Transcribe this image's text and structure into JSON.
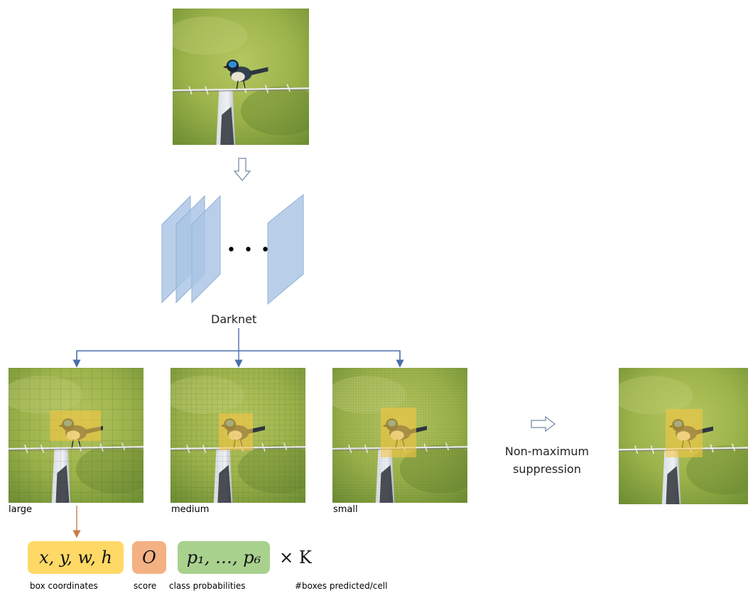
{
  "darknet_label": "Darknet",
  "ellipsis": "• • •",
  "scales": [
    {
      "label": "large",
      "grid_cells": 13
    },
    {
      "label": "medium",
      "grid_cells": 26
    },
    {
      "label": "small",
      "grid_cells": 52
    }
  ],
  "nms_label_line1": "Non-maximum",
  "nms_label_line2": "suppression",
  "output_vector": {
    "box_coordinates": "x, y, w, h",
    "score": "O",
    "class_probabilities": "p₁, …, p₆",
    "multiplier": "× K"
  },
  "output_labels": {
    "box_coordinates": "box coordinates",
    "score": "score",
    "class_probabilities": "class probabilities",
    "boxes_per_cell": "#boxes predicted/cell"
  },
  "colors": {
    "layer_fill": "#a9c4e4",
    "connector": "#4a6fad",
    "orange_arrow": "#c87f4a",
    "box_yellow": "#ffd966",
    "score_orange": "#f4b183",
    "class_green": "#a9d18e",
    "detection_box": "#f5c542"
  }
}
